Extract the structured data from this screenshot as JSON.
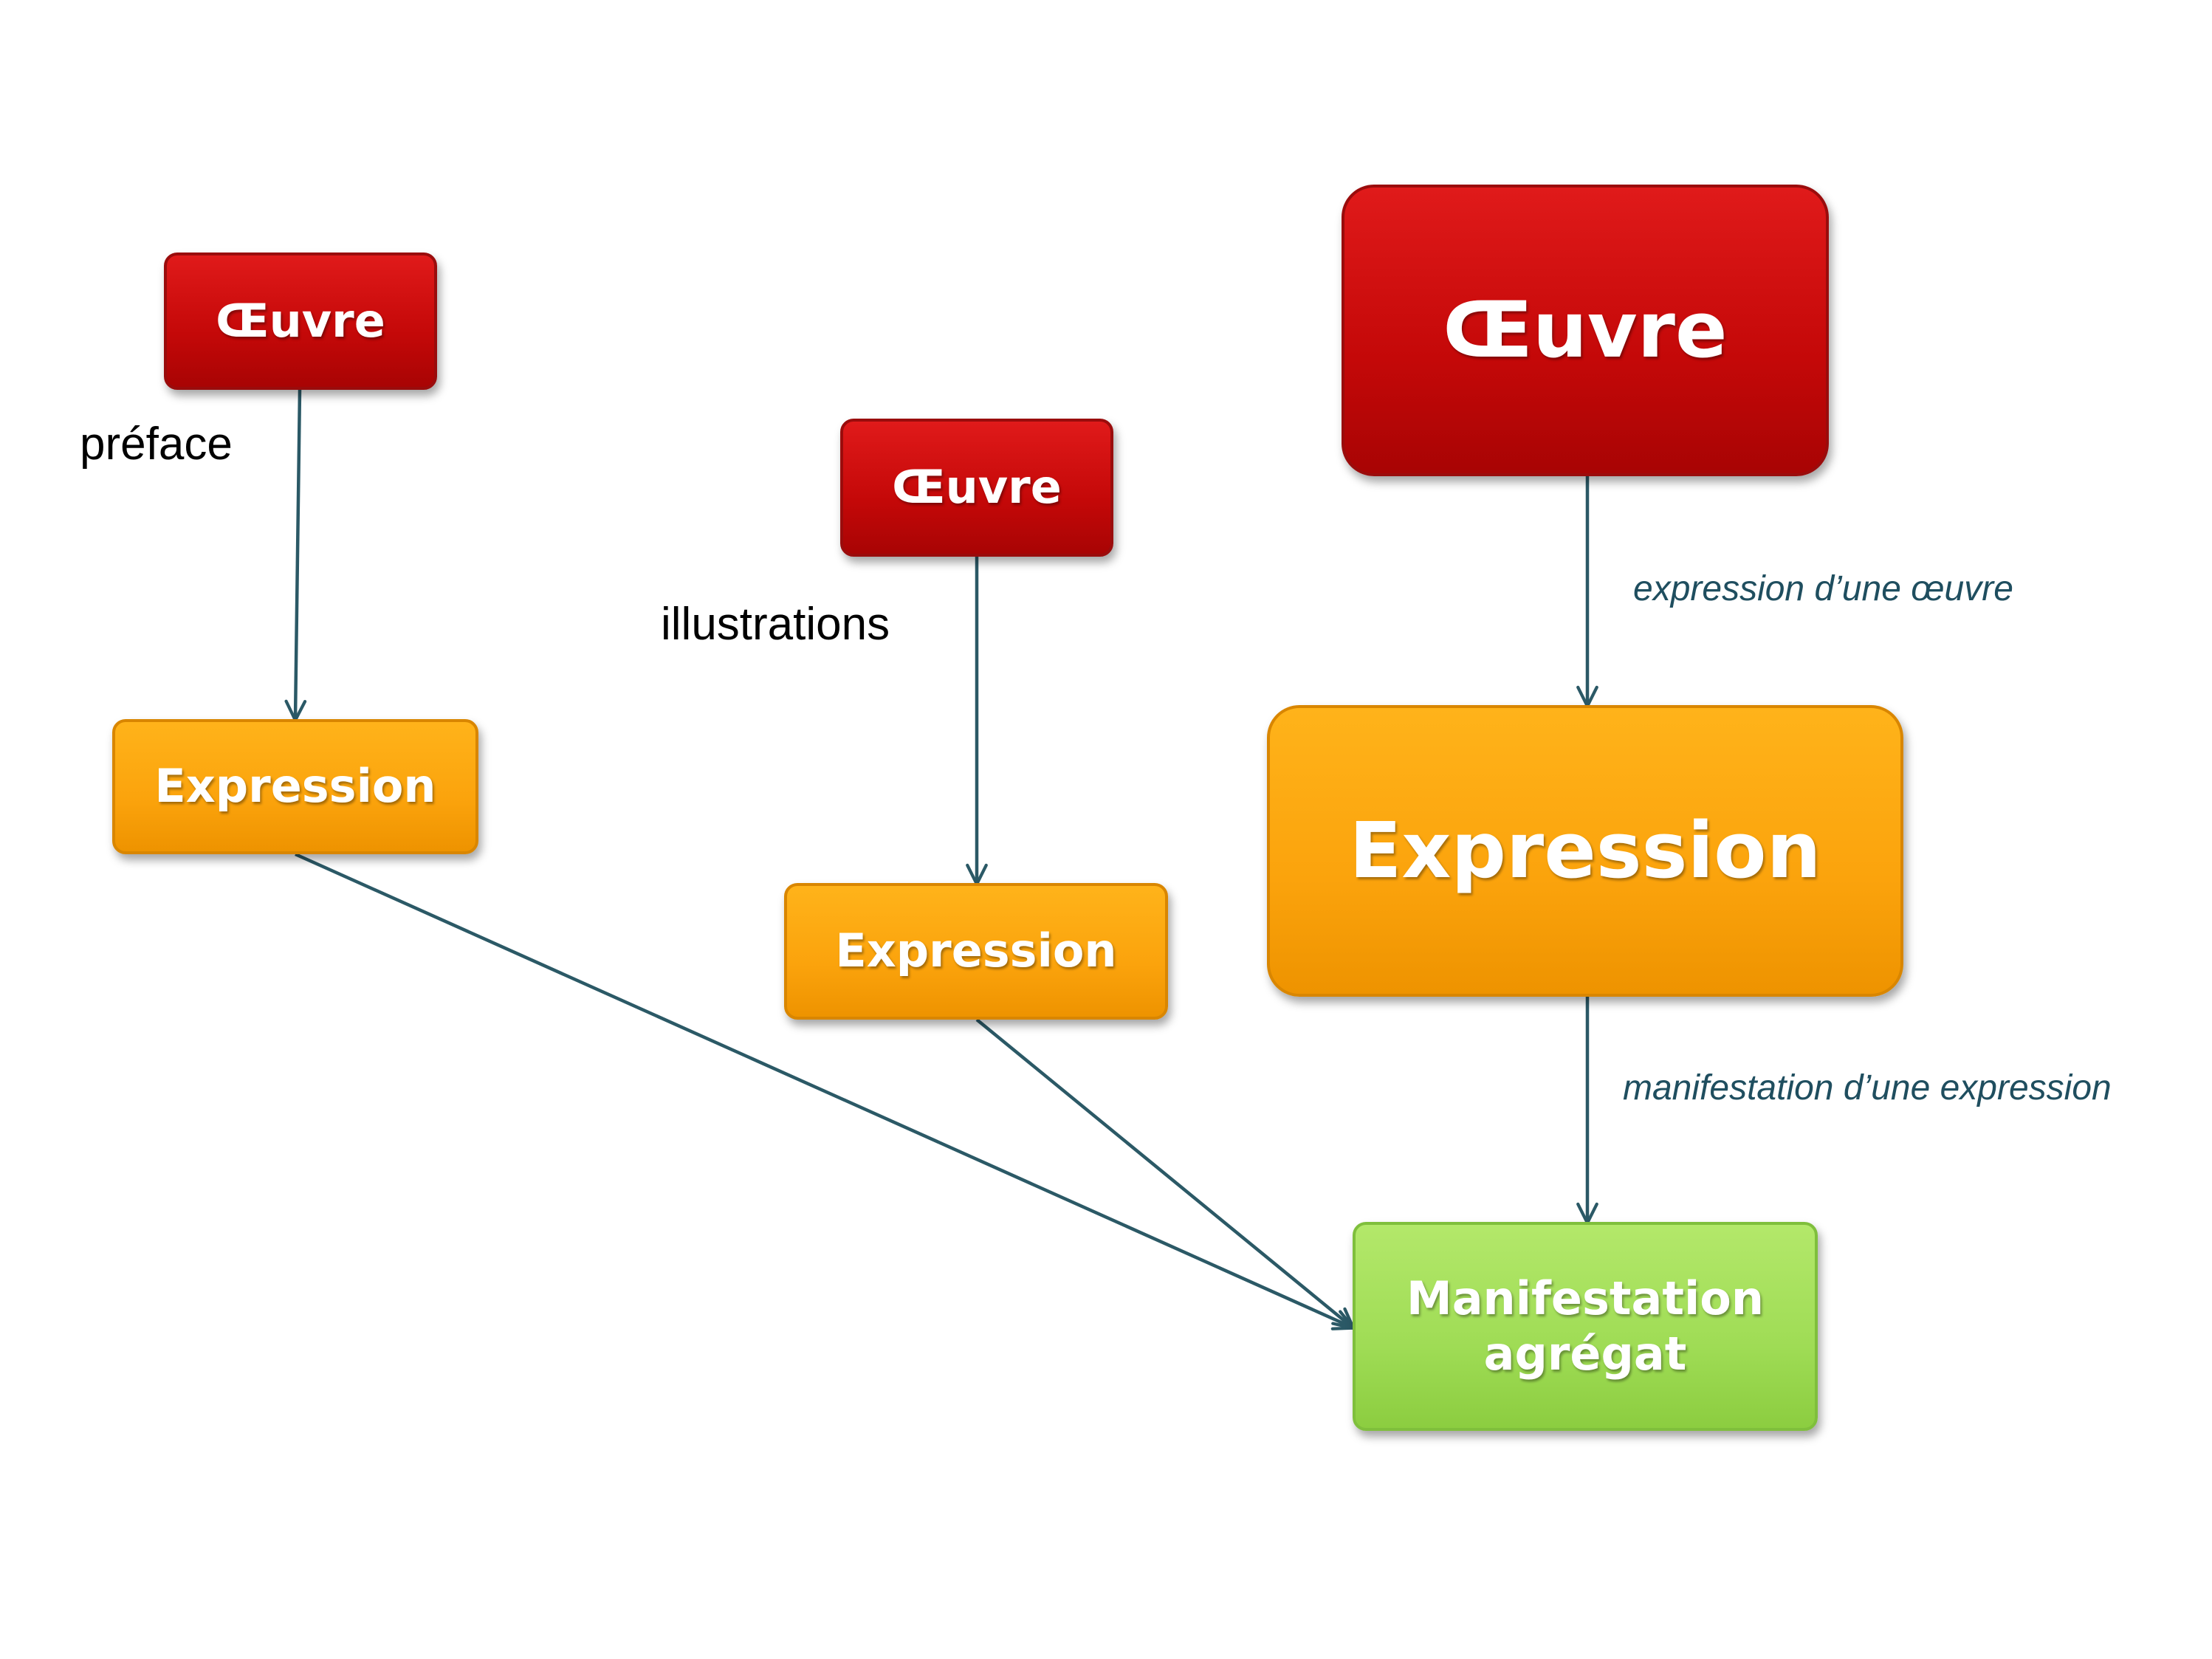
{
  "colors": {
    "oeuvre": "#c40808",
    "expression": "#fba30c",
    "manifestation": "#9fdc55",
    "link": "#2b5966",
    "relation_label": "#1f4e5f"
  },
  "nodes": {
    "oeuvre_1": "Œuvre",
    "expression_1": "Expression",
    "oeuvre_2": "Œuvre",
    "expression_2": "Expression",
    "oeuvre_3": "Œuvre",
    "expression_3": "Expression",
    "manifestation": "Manifestation\nagrégat"
  },
  "labels": {
    "preface": "préface",
    "illustrations": "illustrations",
    "rel_expression": "expression d’une œuvre",
    "rel_manifestation": "manifestation d’une expression"
  }
}
